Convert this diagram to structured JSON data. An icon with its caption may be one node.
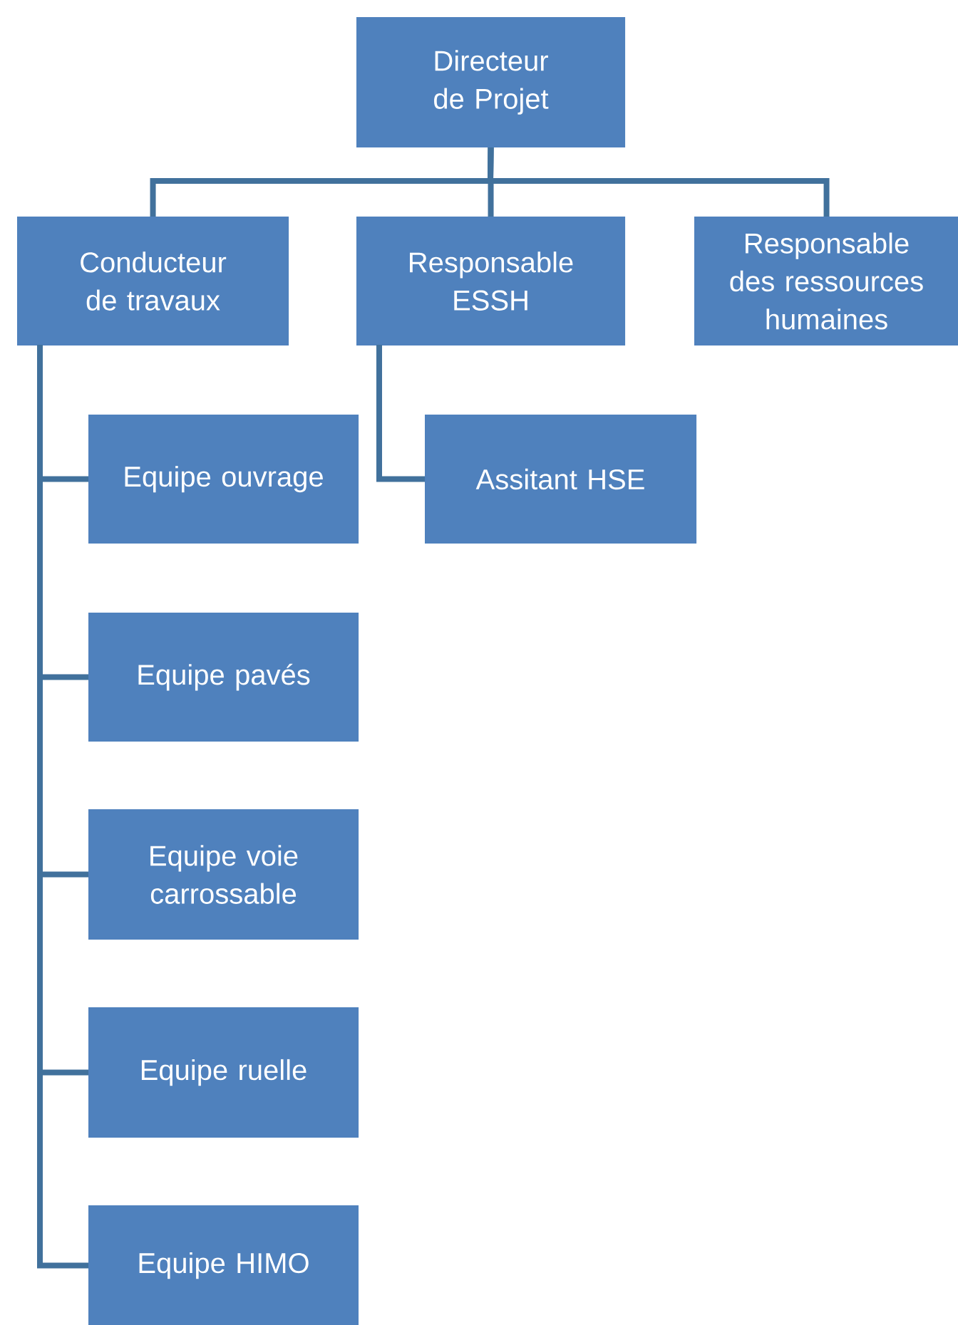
{
  "diagram": {
    "nodes": [
      {
        "text": [
          "Directeur de Projet"
        ]
      },
      {
        "text": [
          "Conducteur de travaux"
        ]
      },
      {
        "text": [
          "Responsable ESSH"
        ]
      },
      {
        "text": [
          "Responsable des ressources humaines"
        ]
      },
      {
        "text": [
          "Equipe ouvrage"
        ]
      },
      {
        "text": [
          "Equipe pavés"
        ]
      },
      {
        "text": [
          "Equipe voie carrossable"
        ]
      },
      {
        "text": [
          "Equipe ruelle"
        ]
      },
      {
        "text": [
          "Equipe HIMO"
        ]
      },
      {
        "text": [
          "Assitant HSE"
        ]
      }
    ],
    "edges": [
      {
        "from": 0,
        "to": 1,
        "arrow": "none"
      },
      {
        "from": 0,
        "to": 2,
        "arrow": "none"
      },
      {
        "from": 0,
        "to": 3,
        "arrow": "none"
      },
      {
        "from": 1,
        "to": 4,
        "arrow": "none"
      },
      {
        "from": 1,
        "to": 5,
        "arrow": "none"
      },
      {
        "from": 1,
        "to": 6,
        "arrow": "none"
      },
      {
        "from": 1,
        "to": 7,
        "arrow": "none"
      },
      {
        "from": 1,
        "to": 8,
        "arrow": "none"
      },
      {
        "from": 2,
        "to": 9,
        "arrow": "none"
      }
    ]
  }
}
